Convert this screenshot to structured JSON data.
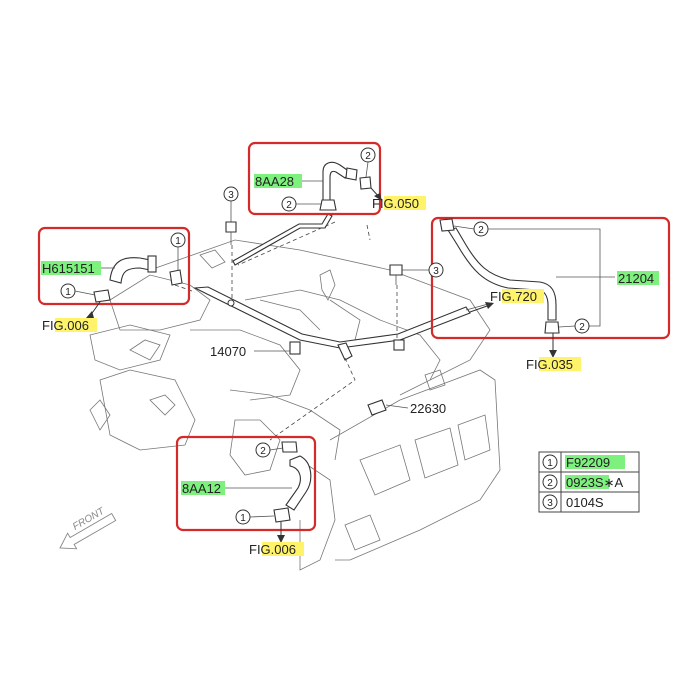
{
  "parts": {
    "h615151": "H615151",
    "aa28": "8AA28",
    "aa12": "8AA12",
    "p21204": "21204",
    "p14070": "14070",
    "p22630": "22630"
  },
  "figs": {
    "fig006_left": "FIG.006",
    "fig050": "FIG.050",
    "fig720": "FIG.720",
    "fig035": "FIG.035",
    "fig006_bottom": "FIG.006"
  },
  "callouts": {
    "one": "1",
    "two": "2",
    "three": "3"
  },
  "legend": {
    "rows": [
      {
        "num": "1",
        "part": "F92209"
      },
      {
        "num": "2",
        "part": "0923S∗A"
      },
      {
        "num": "3",
        "part": "0104S"
      }
    ]
  },
  "front_label": "FRONT",
  "colors": {
    "highlight_box": "#d42a2a",
    "highlight_green": "#7ef07e",
    "highlight_yellow": "#fff36a"
  }
}
